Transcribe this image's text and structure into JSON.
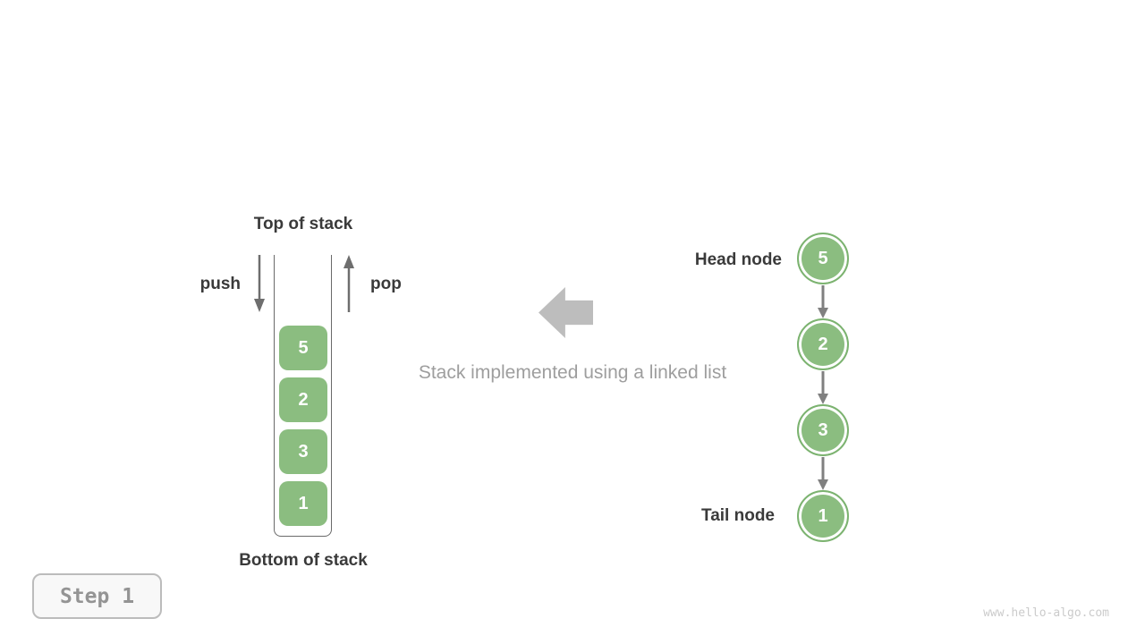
{
  "stack": {
    "top_label": "Top of stack",
    "bottom_label": "Bottom of stack",
    "push_label": "push",
    "pop_label": "pop",
    "items": [
      "5",
      "2",
      "3",
      "1"
    ]
  },
  "caption": "Stack implemented using a linked list",
  "linked_list": {
    "head_label": "Head node",
    "tail_label": "Tail node",
    "nodes": [
      "5",
      "2",
      "3",
      "1"
    ]
  },
  "footer": {
    "step_label": "Step 1",
    "watermark": "www.hello-algo.com"
  },
  "colors": {
    "node_green": "#8bbd80",
    "node_border_green": "#7cb370",
    "arrow_dark_gray": "#6e6e6e",
    "connector_gray": "#808080",
    "big_arrow_gray": "#bdbdbd",
    "caption_gray": "#9e9e9e",
    "label_dark": "#3a3a3a",
    "step_text_gray": "#949494",
    "watermark_gray": "#cbcbcb"
  }
}
